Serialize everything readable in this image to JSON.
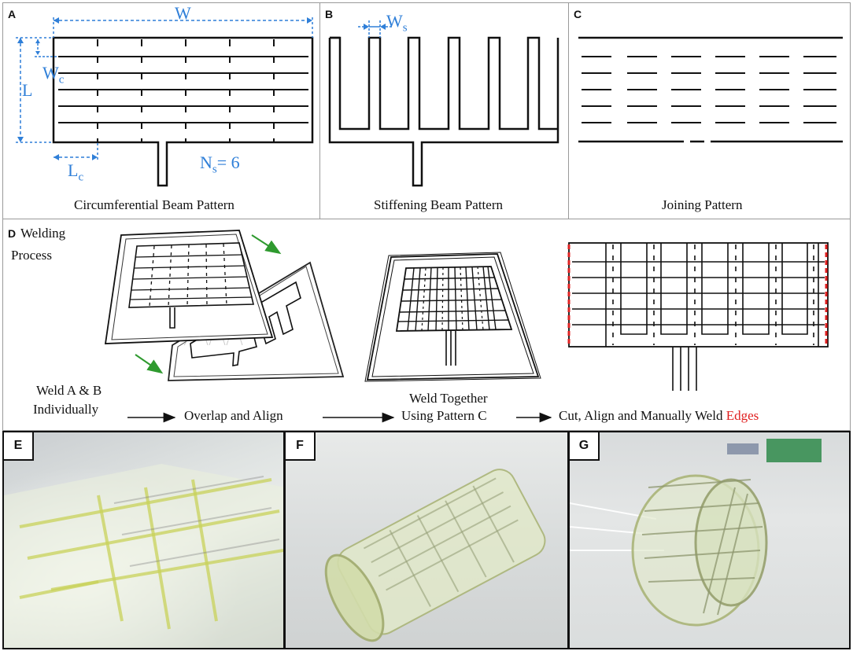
{
  "panel_a": {
    "tag": "A",
    "caption": "Circumferential Beam Pattern",
    "dim_w": "W",
    "dim_l": "L",
    "dim_wc_main": "W",
    "dim_wc_sub": "c",
    "dim_lc_main": "L",
    "dim_lc_sub": "c",
    "dim_ns_main": "N",
    "dim_ns_sub": "s",
    "dim_ns_value": "= 6"
  },
  "panel_b": {
    "tag": "B",
    "caption": "Stiffening Beam Pattern",
    "dim_ws_main": "W",
    "dim_ws_sub": "s"
  },
  "panel_c": {
    "tag": "C",
    "caption": "Joining Pattern"
  },
  "panel_d": {
    "tag": "D",
    "title_line1": "Welding",
    "title_line2": "Process",
    "steps": [
      {
        "line1": "Weld A & B",
        "line2": "Individually"
      },
      {
        "line1": "Overlap and Align",
        "line2": ""
      },
      {
        "line1": "Weld Together",
        "line2": "Using Pattern C"
      },
      {
        "line1": "Cut, Align and Manually Weld ",
        "line2": "",
        "highlight": "Edges"
      }
    ]
  },
  "photos": [
    {
      "tag": "E"
    },
    {
      "tag": "F"
    },
    {
      "tag": "G"
    }
  ],
  "colors": {
    "dimension": "#2f7fd8",
    "arrow_green": "#2f9a2f",
    "edge_red": "#e02020"
  }
}
